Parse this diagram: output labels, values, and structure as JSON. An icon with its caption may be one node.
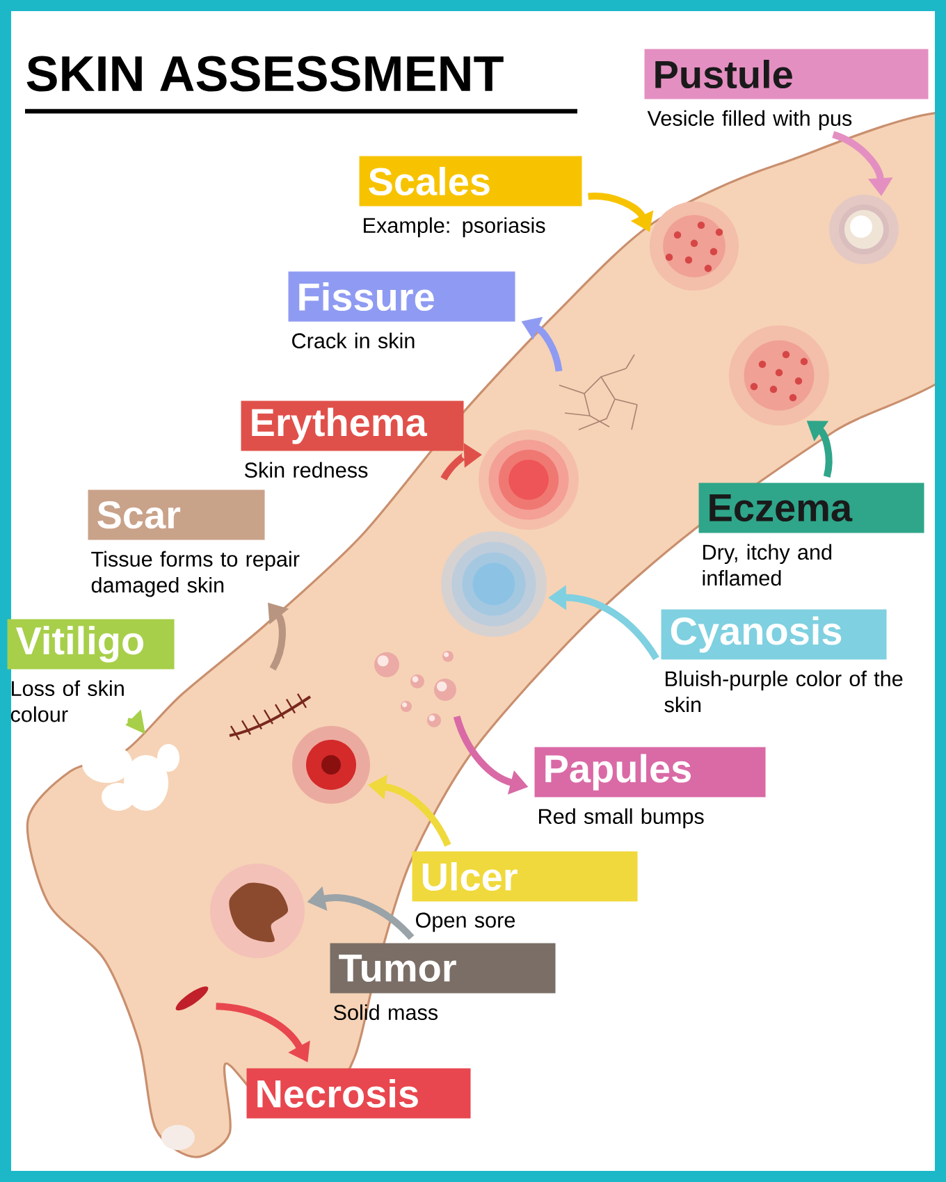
{
  "diagram": {
    "title": "SKIN ASSESSMENT",
    "nodes": [
      {
        "text": [
          "Pustule",
          "Vesicle filled with pus"
        ]
      },
      {
        "text": [
          "Scales",
          "Example: psoriasis"
        ]
      },
      {
        "text": [
          "Fissure",
          "Crack in skin"
        ]
      },
      {
        "text": [
          "Erythema",
          "Skin redness"
        ]
      },
      {
        "text": [
          "Scar",
          "Tissue forms to repair damaged skin"
        ]
      },
      {
        "text": [
          "Eczema",
          "Dry, itchy and inflamed"
        ]
      },
      {
        "text": [
          "Vitiligo",
          "Loss of skin colour"
        ]
      },
      {
        "text": [
          "Cyanosis",
          "Bluish-purple color of the skin"
        ]
      },
      {
        "text": [
          "Papules",
          "Red small bumps"
        ]
      },
      {
        "text": [
          "Ulcer",
          "Open sore"
        ]
      },
      {
        "text": [
          "Tumor",
          "Solid mass"
        ]
      },
      {
        "text": [
          "Necrosis"
        ]
      },
      {
        "text": [],
        "shape": "picture"
      },
      {
        "text": [],
        "shape": "picture"
      },
      {
        "text": [],
        "shape": "picture"
      },
      {
        "text": [],
        "shape": "picture"
      },
      {
        "text": [],
        "shape": "picture"
      },
      {
        "text": [],
        "shape": "picture"
      },
      {
        "text": [],
        "shape": "picture"
      },
      {
        "text": [],
        "shape": "picture"
      },
      {
        "text": [],
        "shape": "picture"
      },
      {
        "text": [],
        "shape": "picture"
      },
      {
        "text": [],
        "shape": "picture"
      },
      {
        "text": [],
        "shape": "picture"
      }
    ],
    "edges": [
      {
        "from": 0,
        "to": 12,
        "arrow": "to",
        "color": "#e48fc1"
      },
      {
        "from": 1,
        "to": 13,
        "arrow": "to",
        "color": "#f7c300"
      },
      {
        "from": 5,
        "to": 14,
        "arrow": "to",
        "color": "#2fa58a"
      },
      {
        "from": 15,
        "to": 2,
        "arrow": "to",
        "color": "#8f9bf2"
      },
      {
        "from": 3,
        "to": 16,
        "arrow": "to",
        "color": "#e0504a"
      },
      {
        "from": 7,
        "to": 17,
        "arrow": "to",
        "color": "#7fd0e0"
      },
      {
        "from": 18,
        "to": 8,
        "arrow": "to",
        "color": "#d96aa6"
      },
      {
        "from": 19,
        "to": 4,
        "arrow": "to",
        "color": "#b89580"
      },
      {
        "from": 9,
        "to": 20,
        "arrow": "to",
        "color": "#f0d93c"
      },
      {
        "from": 21,
        "to": 6,
        "arrow": "to",
        "color": "#a7cf4a"
      },
      {
        "from": 10,
        "to": 22,
        "arrow": "to",
        "color": "#9aa3a8"
      },
      {
        "from": 23,
        "to": 11,
        "arrow": "to",
        "color": "#e8474f"
      }
    ]
  }
}
